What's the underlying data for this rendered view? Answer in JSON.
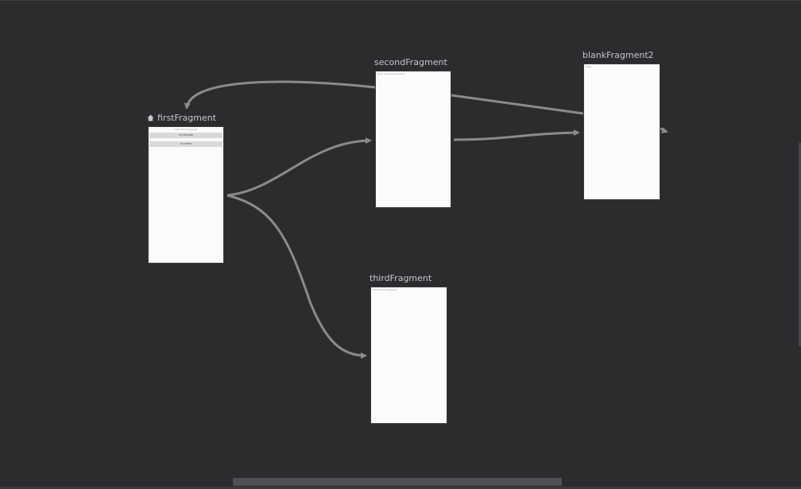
{
  "navigation_graph": {
    "destinations": {
      "first": {
        "title": "firstFragment",
        "is_start": true,
        "header_text": "Hello first fragment",
        "buttons": [
          "TO SECOND",
          "TO THIRD"
        ]
      },
      "second": {
        "title": "secondFragment",
        "header_text": "Hello second fragment"
      },
      "third": {
        "title": "thirdFragment",
        "header_text": "Hello third fragment"
      },
      "blank2": {
        "title": "blankFragment2",
        "header_text": "Hello"
      }
    },
    "actions": [
      {
        "from": "first",
        "to": "second"
      },
      {
        "from": "first",
        "to": "third"
      },
      {
        "from": "second",
        "to": "blank2"
      },
      {
        "from": "second",
        "to": "first"
      },
      {
        "from": "blank2",
        "to": "second"
      }
    ]
  },
  "colors": {
    "background": "#2b2c2e",
    "arrow": "#8a8b8d",
    "screen": "#fbfbfb",
    "title_text": "#c4c6c9"
  },
  "icons": {
    "start_destination": "home-icon"
  }
}
